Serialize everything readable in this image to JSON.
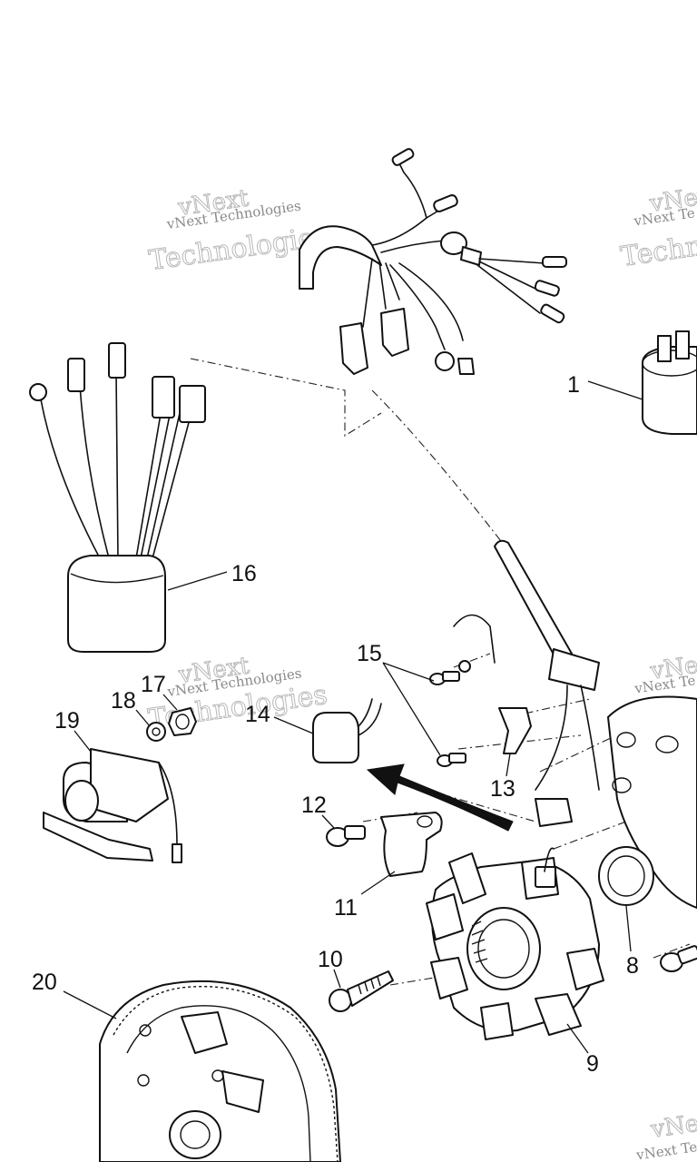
{
  "watermark": {
    "line1": "vNext",
    "line2": "Technologies",
    "line3": "vNext Technologies",
    "partial_right": "vNext Te"
  },
  "callouts": {
    "c1": "1",
    "c8": "8",
    "c9": "9",
    "c10": "10",
    "c11": "11",
    "c12": "12",
    "c13": "13",
    "c14": "14",
    "c15": "15",
    "c16": "16",
    "c17": "17",
    "c18": "18",
    "c19": "19",
    "c20": "20"
  }
}
